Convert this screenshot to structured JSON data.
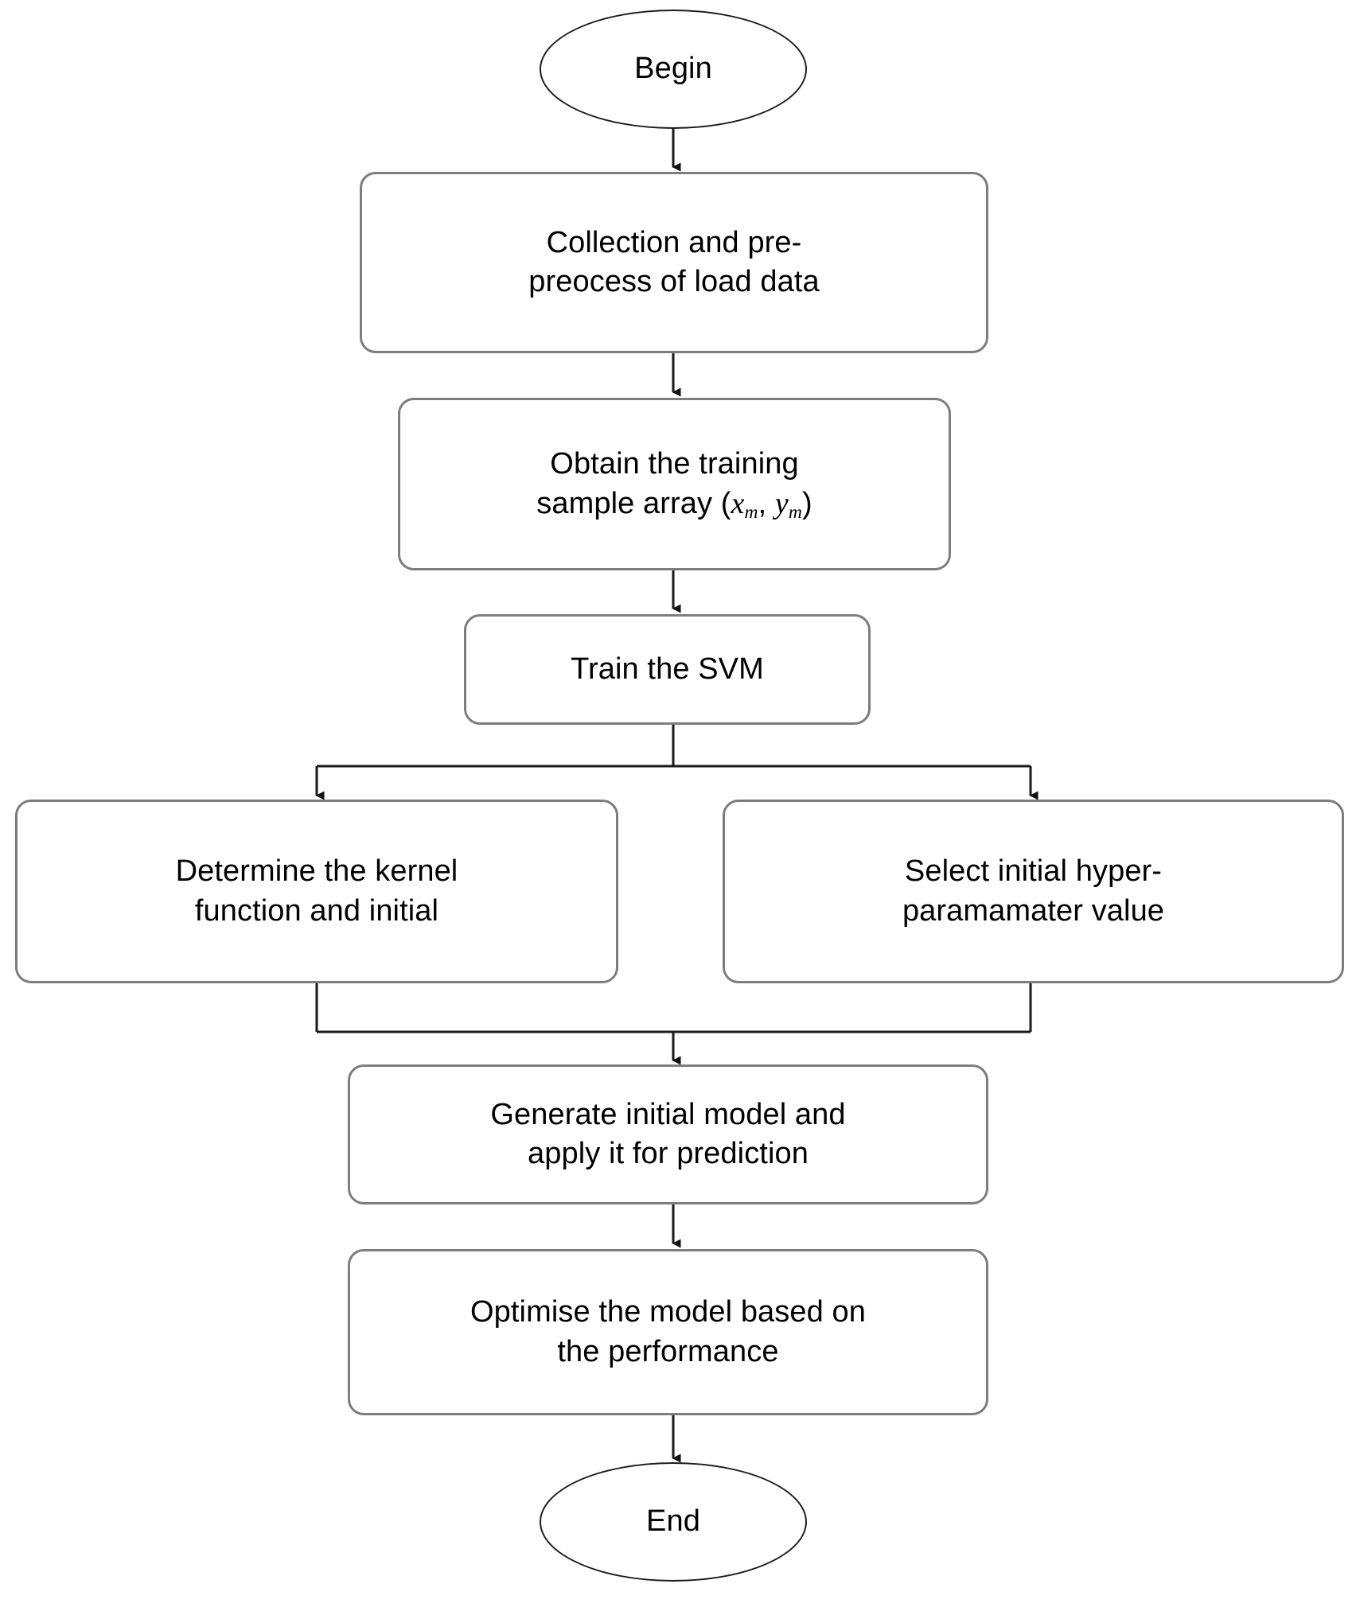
{
  "diagram": {
    "title": "SVM load forecasting model flowchart",
    "type": "flowchart",
    "background_color": "#ffffff",
    "text_color": "#000000",
    "terminal_border_color": "#1c1c1c",
    "process_border_color": "#7d7d7d",
    "connector_color": "#1a1a1a"
  },
  "nodes": [
    {
      "id": "begin",
      "shape": "ellipse",
      "label": "Begin"
    },
    {
      "id": "collection",
      "shape": "rounded-rect",
      "label": "Collection and pre-\npreocess of load data"
    },
    {
      "id": "obtain",
      "shape": "rounded-rect",
      "label_prefix": "Obtain the training\nsample array (",
      "math_x": "x",
      "math_x_sub": "m",
      "label_mid": ", ",
      "math_y": "y",
      "math_y_sub": "m",
      "label_suffix": ")"
    },
    {
      "id": "train",
      "shape": "rounded-rect",
      "label": "Train the SVM"
    },
    {
      "id": "kernel",
      "shape": "rounded-rect",
      "label": "Determine the kernel\nfunction and initial"
    },
    {
      "id": "hyper",
      "shape": "rounded-rect",
      "label": "Select initial hyper-\nparamamater value"
    },
    {
      "id": "generate",
      "shape": "rounded-rect",
      "label": "Generate initial model and\napply it for prediction"
    },
    {
      "id": "optimise",
      "shape": "rounded-rect",
      "label": "Optimise the model based on\nthe performance"
    },
    {
      "id": "end",
      "shape": "ellipse",
      "label": "End"
    }
  ],
  "edges": [
    {
      "from": "begin",
      "to": "collection",
      "style": "straight-arrow"
    },
    {
      "from": "collection",
      "to": "obtain",
      "style": "straight-arrow"
    },
    {
      "from": "obtain",
      "to": "train",
      "style": "straight-arrow"
    },
    {
      "from": "train",
      "to": "kernel",
      "style": "fork-left-arrow"
    },
    {
      "from": "train",
      "to": "hyper",
      "style": "fork-right-arrow"
    },
    {
      "from": "kernel",
      "to": "generate",
      "style": "merge-arrow"
    },
    {
      "from": "hyper",
      "to": "generate",
      "style": "merge-arrow"
    },
    {
      "from": "generate",
      "to": "optimise",
      "style": "straight-arrow"
    },
    {
      "from": "optimise",
      "to": "end",
      "style": "straight-arrow"
    }
  ]
}
